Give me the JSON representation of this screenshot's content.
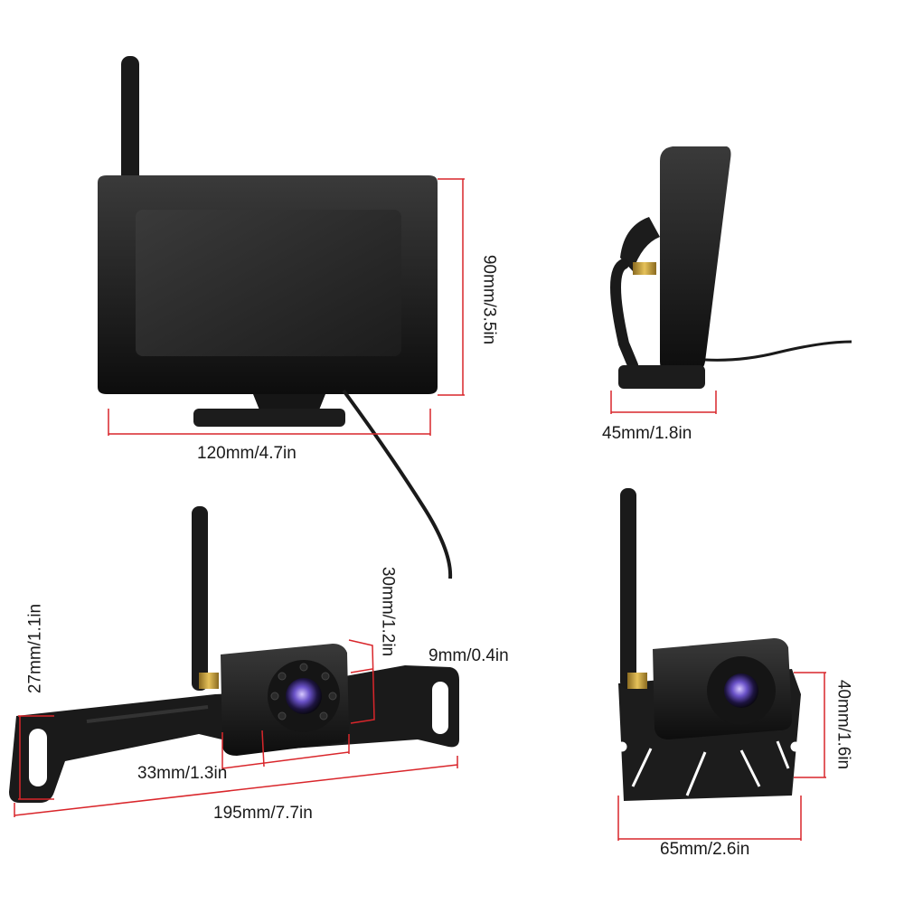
{
  "dimensions": {
    "monitor_width": "120mm/4.7in",
    "monitor_height": "90mm/3.5in",
    "monitor_depth": "45mm/1.8in",
    "camera_height": "30mm/1.2in",
    "camera_width": "33mm/1.3in",
    "camera_depth": "9mm/0.4in",
    "bracket_height": "27mm/1.1in",
    "bracket_length": "195mm/7.7in",
    "plate_height": "40mm/1.6in",
    "plate_width": "65mm/2.6in"
  },
  "colors": {
    "dimension_line": "#d9262b",
    "device_body": "#151515",
    "screen": "#2a2a2a"
  }
}
